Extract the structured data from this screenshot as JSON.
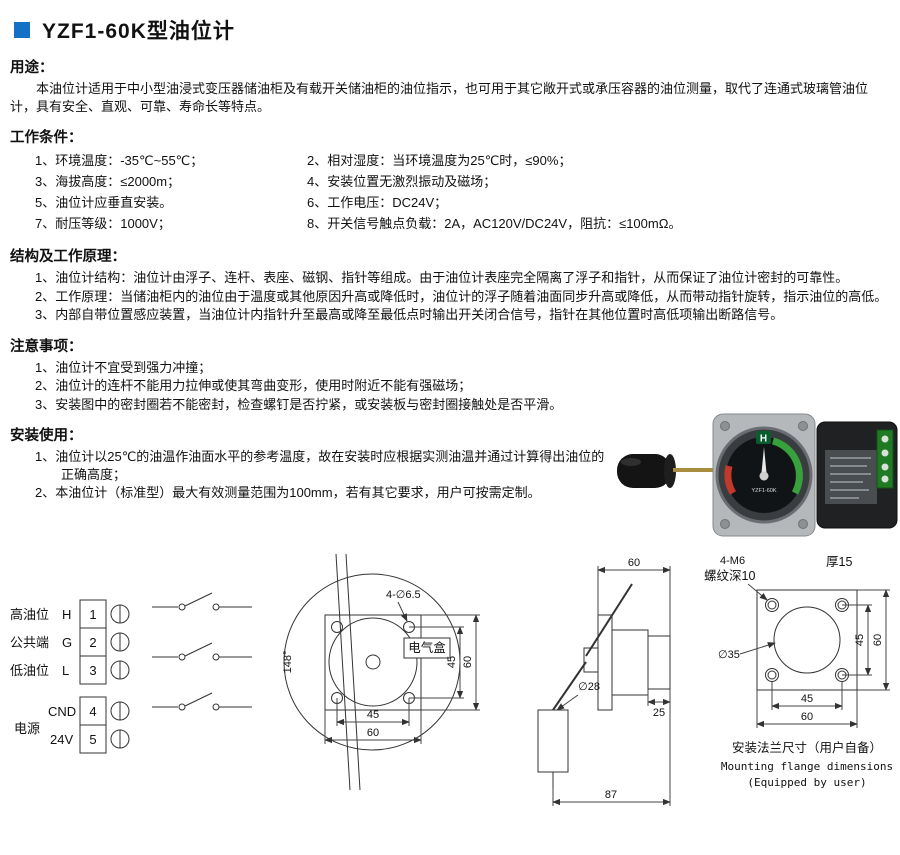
{
  "title": "YZF1-60K型油位计",
  "purpose": {
    "heading": "用途：",
    "body": "本油位计适用于中小型油浸式变压器储油柜及有载开关储油柜的油位指示，也可用于其它敞开式或承压容器的油位测量，取代了连通式玻璃管油位计，具有安全、直观、可靠、寿命长等特点。"
  },
  "conditions": {
    "heading": "工作条件：",
    "items": [
      "1、环境温度：-35℃~55℃；",
      "2、相对湿度：当环境温度为25℃时，≤90%；",
      "3、海拔高度：≤2000m；",
      "4、安装位置无激烈振动及磁场；",
      "5、油位计应垂直安装。",
      "6、工作电压：DC24V；",
      "7、耐压等级：1000V；",
      "8、开关信号触点负载：2A，AC120V/DC24V，阻抗：≤100mΩ。"
    ]
  },
  "principle": {
    "heading": "结构及工作原理：",
    "items": [
      "1、油位计结构：油位计由浮子、连杆、表座、磁钢、指针等组成。由于油位计表座完全隔离了浮子和指针，从而保证了油位计密封的可靠性。",
      "2、工作原理：当储油柜内的油位由于温度或其他原因升高或降低时，油位计的浮子随着油面同步升高或降低，从而带动指针旋转，指示油位的高低。",
      "3、内部自带位置感应装置，当油位计内指针升至最高或降至最低点时输出开关闭合信号，指针在其他位置时高低项输出断路信号。"
    ]
  },
  "notes": {
    "heading": "注意事项：",
    "items": [
      "1、油位计不宜受到强力冲撞；",
      "2、油位计的连杆不能用力拉伸或使其弯曲变形，使用时附近不能有强磁场；",
      "3、安装图中的密封圈若不能密封，检查螺钉是否拧紧，或安装板与密封圈接触处是否平滑。"
    ]
  },
  "install": {
    "heading": "安装使用：",
    "items": [
      "1、油位计以25℃的油温作油面水平的参考温度，故在安装时应根据实测油温并通过计算得出油位的正确高度；",
      "2、本油位计（标准型）最大有效测量范围为100mm，若有其它要求，用户可按需定制。"
    ]
  },
  "photo": {
    "dial_letter": "H",
    "model": "YZF1-60K"
  },
  "terminals": {
    "rows": [
      {
        "label": "高油位",
        "code": "H",
        "num": "1"
      },
      {
        "label": "公共端",
        "code": "G",
        "num": "2"
      },
      {
        "label": "低油位",
        "code": "L",
        "num": "3"
      },
      {
        "label": "电源",
        "code": "CND",
        "num": "4"
      },
      {
        "label": "",
        "code": "24V",
        "num": "5"
      }
    ]
  },
  "front_view": {
    "swing_angle": "148°",
    "hole_note": "4-∅6.5",
    "box_label": "电气盒",
    "dim_v45": "45",
    "dim_v60": "60",
    "dim_h45": "45",
    "dim_h60": "60"
  },
  "side_view": {
    "dim_top": "60",
    "float_dia": "∅28",
    "dim_25": "25",
    "dim_87": "87"
  },
  "flange": {
    "screw_note": "4-M6",
    "thread_note": "螺纹深10",
    "thickness_note": "厚15",
    "center_dia": "∅35",
    "dim_v45": "45",
    "dim_v60": "60",
    "dim_h45": "45",
    "dim_h60": "60",
    "caption_cn": "安装法兰尺寸（用户自备）",
    "caption_en": "Mounting flange dimensions",
    "caption_en2": "(Equipped by user)"
  }
}
